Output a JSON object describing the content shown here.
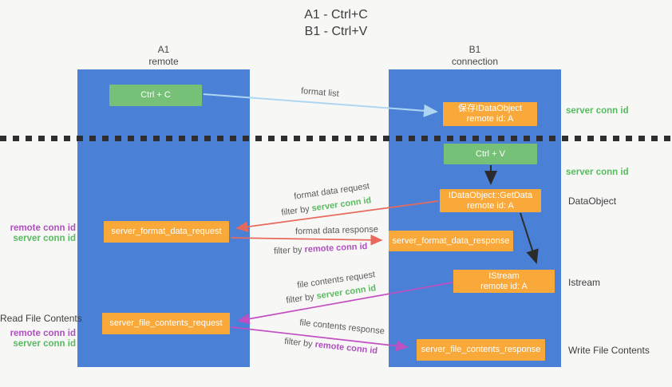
{
  "title": {
    "line1": "A1 - Ctrl+C",
    "line2": "B1 - Ctrl+V"
  },
  "columns": [
    {
      "name": "A1",
      "sub": "remote"
    },
    {
      "name": "B1",
      "sub": "connection"
    }
  ],
  "nodes": {
    "ctrl_c": {
      "label": "Ctrl + C"
    },
    "save_dataobject": {
      "line1": "保存IDataObject",
      "line2": "remote id: A"
    },
    "ctrl_v": {
      "label": "Ctrl + V"
    },
    "getdata": {
      "line1": "IDataObject::GetData",
      "line2": "remote id: A"
    },
    "format_request": {
      "label": "server_format_data_request"
    },
    "format_response": {
      "label": "server_format_data_response"
    },
    "istream": {
      "line1": "IStream",
      "line2": "remote id: A"
    },
    "file_request": {
      "label": "server_file_contents_request"
    },
    "file_response": {
      "label": "server_file_contents_response"
    }
  },
  "arrow_labels": {
    "format_list": "format list",
    "format_data_request": {
      "text": "format data request",
      "filter": "filter by",
      "id": "server conn id"
    },
    "format_data_response": {
      "text": "format data response",
      "filter": "filter by",
      "id": "remote conn id"
    },
    "file_contents_request": {
      "text": "file contents request",
      "filter": "filter by",
      "id": "server conn id"
    },
    "file_contents_response": {
      "text": "file contents response",
      "filter": "filter by",
      "id": "remote conn id"
    }
  },
  "annotations": {
    "right": {
      "server_conn_id_1": "server conn id",
      "server_conn_id_2": "server conn id",
      "dataobject": "DataObject",
      "istream": "Istream",
      "write_file": "Write File Contents"
    },
    "left": {
      "remote_conn_id_1": "remote conn id",
      "server_conn_id_1": "server conn id",
      "read_file": "Read File Contents",
      "remote_conn_id_2": "remote conn id",
      "server_conn_id_2": "server conn id"
    }
  },
  "colors": {
    "lifeline_blue": "#4a81d6",
    "node_green": "#77c077",
    "node_orange": "#f9a83a",
    "arrow_lightblue": "#aed5f2",
    "arrow_red": "#e8695b",
    "arrow_magenta": "#c24fc2",
    "arrow_black": "#2b2b2b",
    "text_green": "#58bb60",
    "text_purple": "#b04fc0"
  }
}
